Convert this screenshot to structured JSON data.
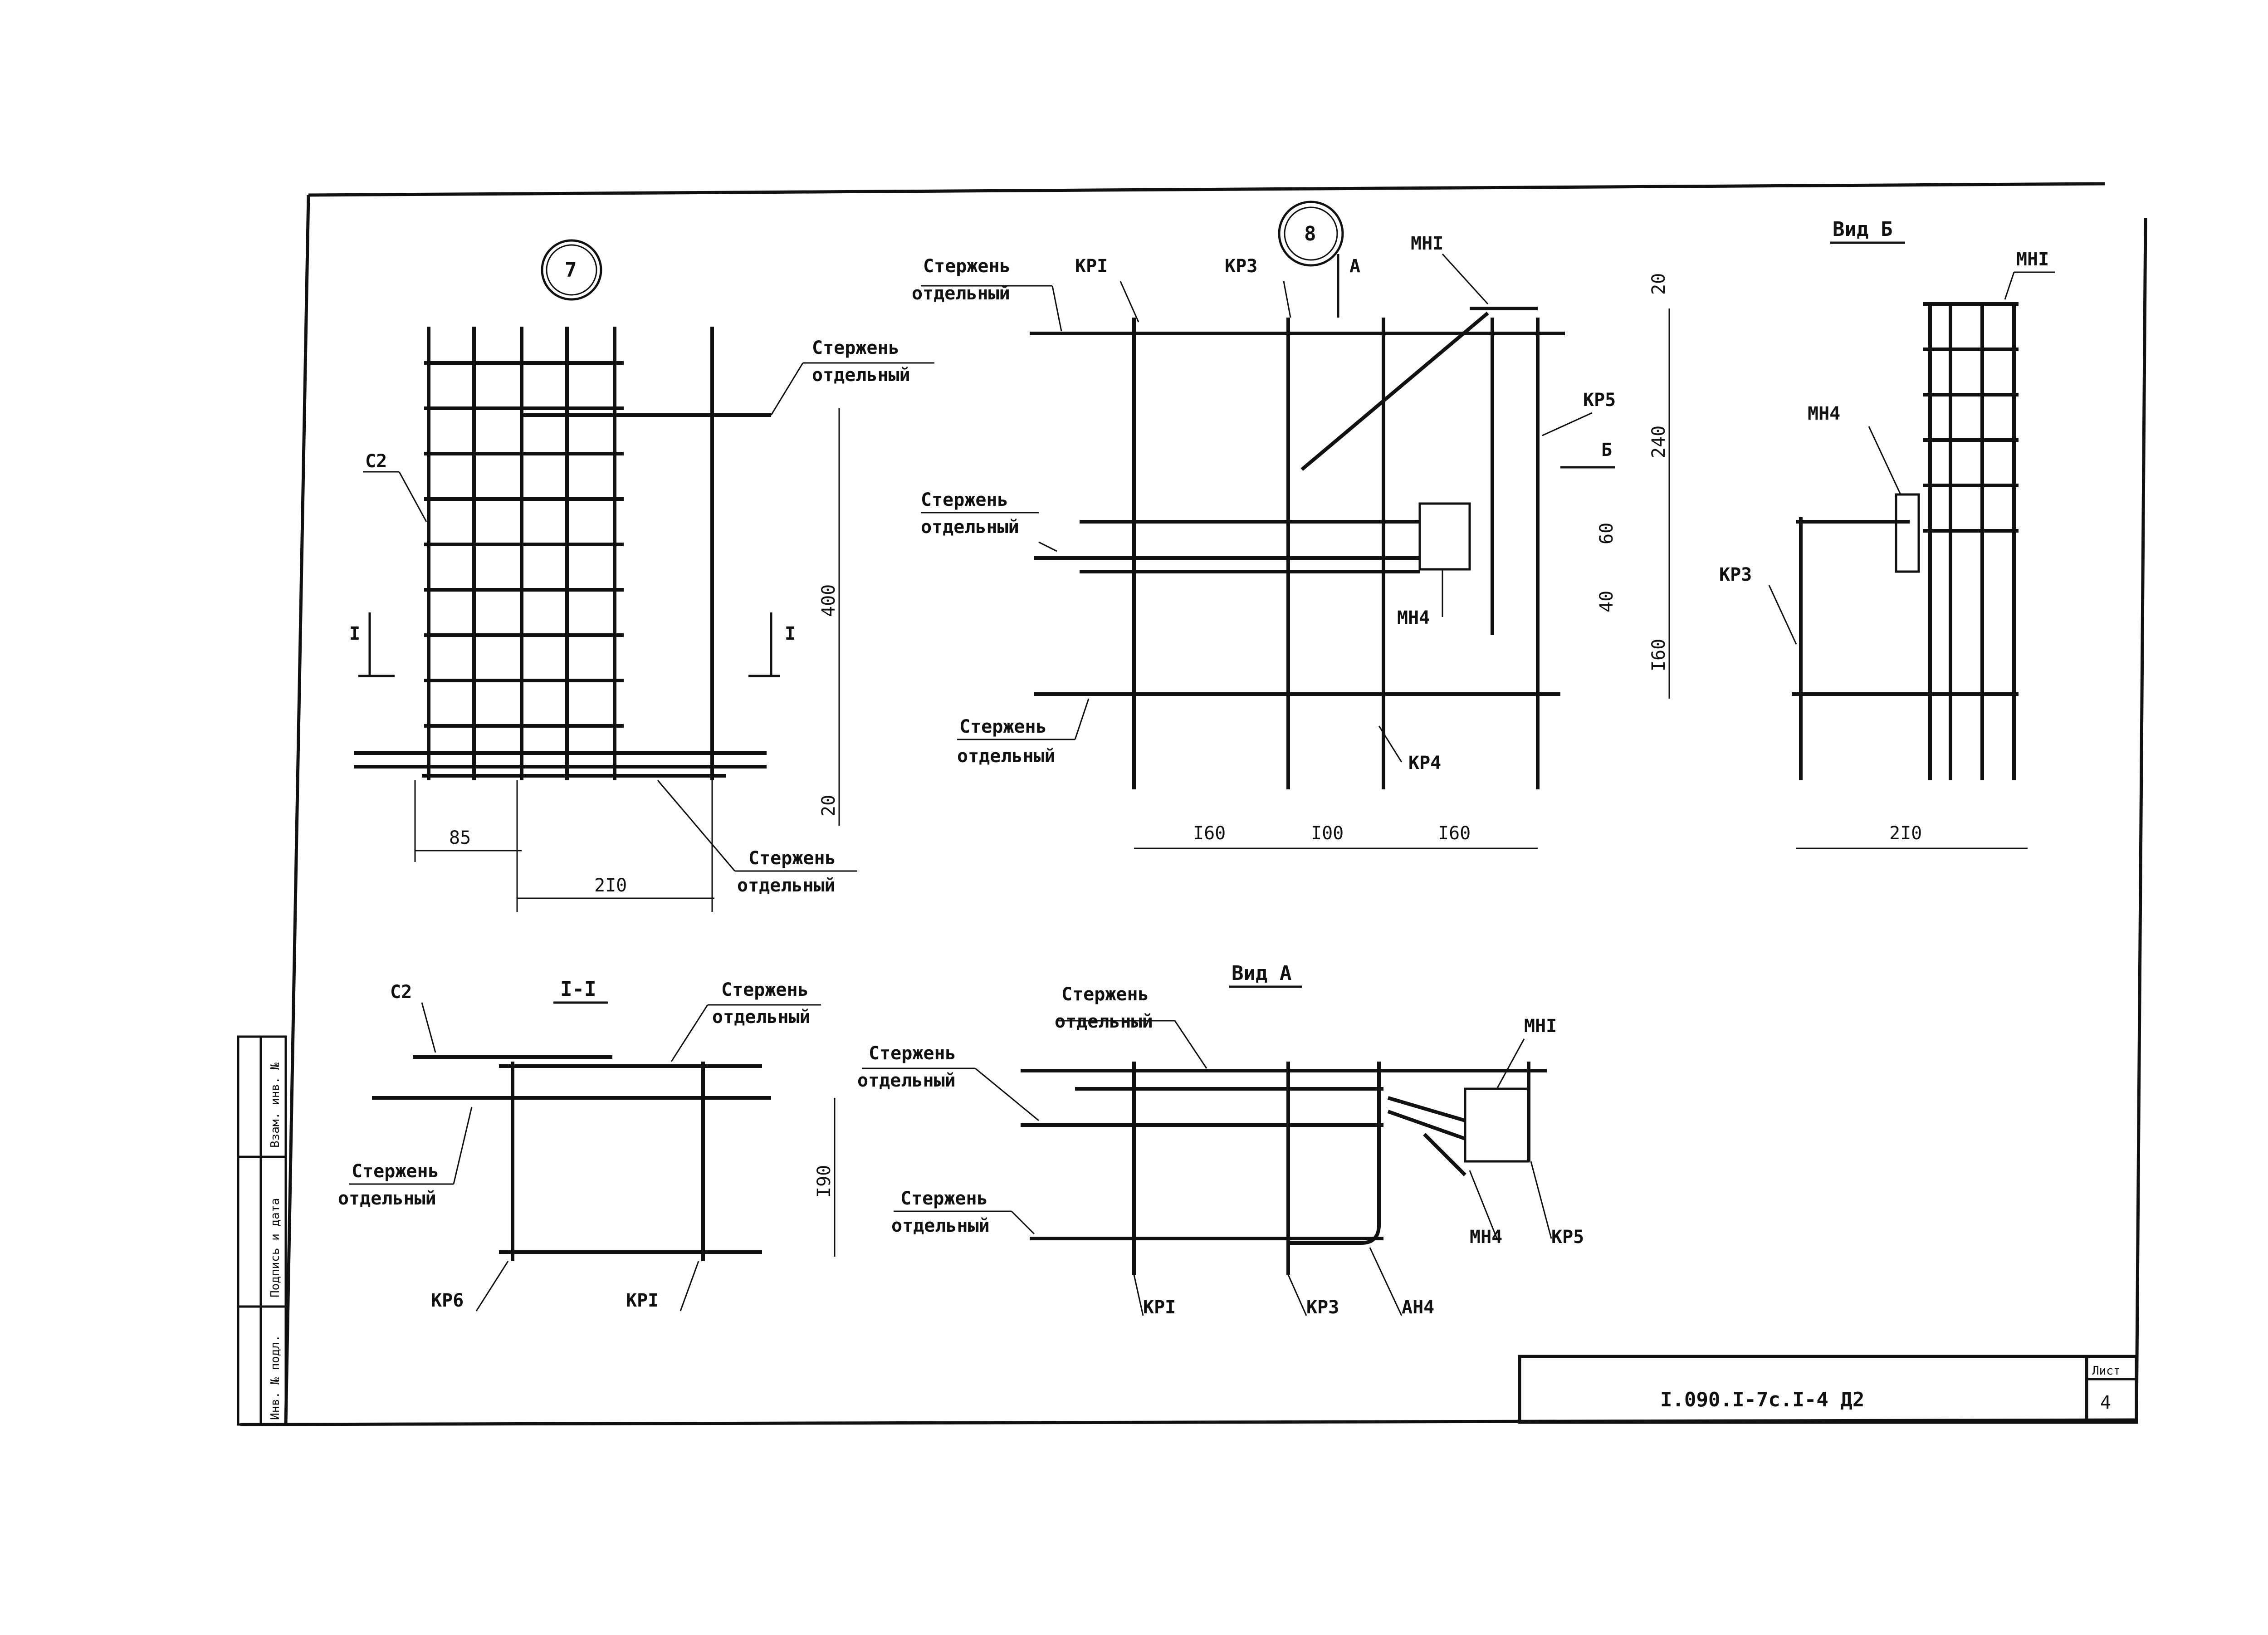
{
  "drawing": {
    "nodes": [
      {
        "id": "node7",
        "number": "7"
      },
      {
        "id": "node8",
        "number": "8"
      }
    ],
    "view_labels": {
      "view_b": "Вид Б",
      "view_a": "Вид А",
      "section": "I-I",
      "section_mark": "I",
      "arrow_a": "А",
      "arrow_b": "Б"
    },
    "callouts": {
      "rod_line1": "Стержень",
      "rod_line2": "отдельный",
      "c2": "С2",
      "kr1": "КРI",
      "kp3": "КР3",
      "kp4": "КР4",
      "kp5": "КР5",
      "kp6": "КР6",
      "kpi": "КРI",
      "mn1": "МНI",
      "mn4": "МН4",
      "an4": "АН4"
    },
    "dimensions": {
      "d20": "20",
      "d240": "240",
      "d60": "60",
      "d40": "40",
      "d160": "I60",
      "d400": "400",
      "d85": "85",
      "d210": "2I0",
      "d100": "I00",
      "d190": "I90"
    },
    "side_stamp": {
      "col1": "Взам. инв. №",
      "col2": "Подпись и дата",
      "col3": "Инв. № подл."
    },
    "title_block": {
      "code": "I.090.I-7с.I-4 Д2",
      "sheet_label": "Лист",
      "sheet_number": "4"
    }
  }
}
